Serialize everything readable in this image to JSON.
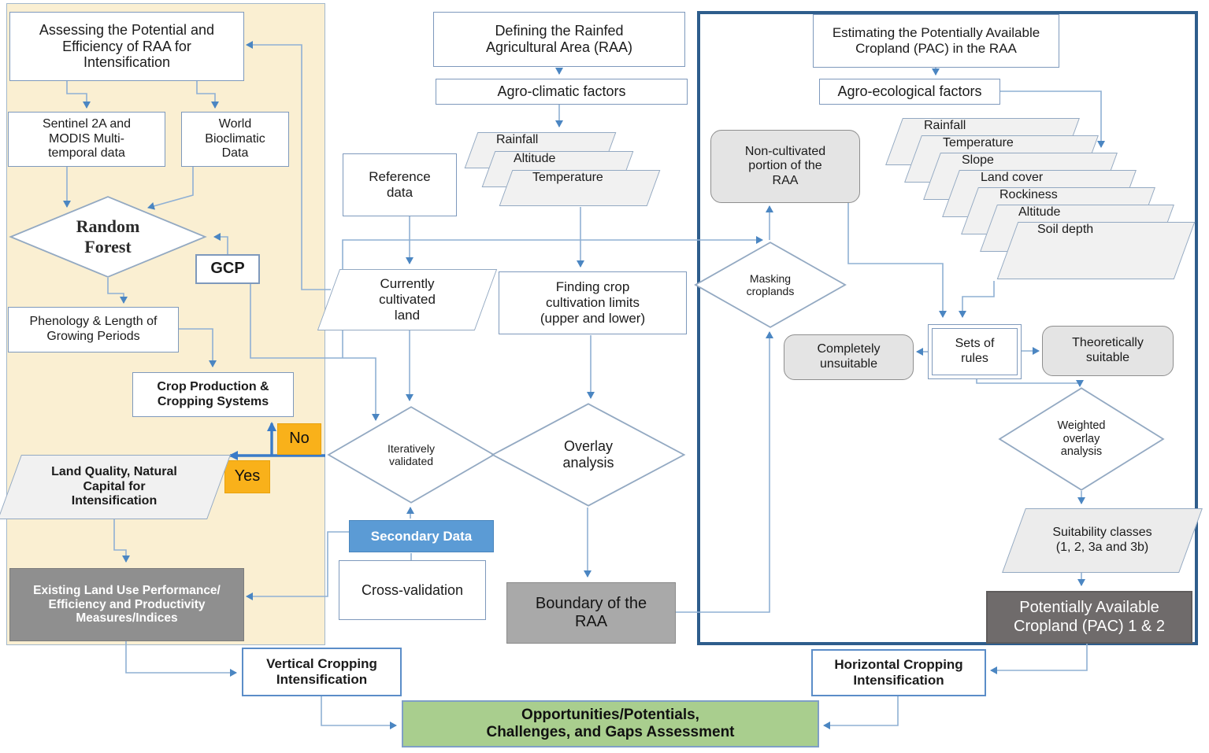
{
  "left_panel": {
    "assessing": "Assessing the Potential and Efficiency of RAA for Intensification",
    "sentinel": "Sentinel 2A and MODIS Multi-temporal data",
    "world_bioclim": "World Bioclimatic Data",
    "random_forest": "Random Forest",
    "gcp": "GCP",
    "phenology": "Phenology & Length of Growing Periods",
    "crop_production": "Crop  Production & Cropping Systems",
    "no_label": "No",
    "yes_label": "Yes",
    "land_quality": "Land Quality, Natural Capital for Intensification",
    "existing_land_use": "Existing Land Use Performance/ Efficiency  and Productivity Measures/Indices"
  },
  "middle": {
    "defining_raa": "Defining the Rainfed Agricultural Area (RAA)",
    "agro_climatic": "Agro-climatic factors",
    "climate_stack": [
      "Rainfall",
      "Altitude",
      "Temperature"
    ],
    "reference_data": "Reference data",
    "currently_cultivated": "Currently cultivated land",
    "finding_limits": "Finding crop cultivation limits (upper and lower)",
    "iteratively_validated": "Iteratively validated",
    "overlay_analysis": "Overlay analysis",
    "secondary_data": "Secondary Data",
    "cross_validation": "Cross-validation",
    "boundary_raa": "Boundary of the RAA"
  },
  "right_panel": {
    "estimating_pac": "Estimating the Potentially Available Cropland (PAC) in the RAA",
    "agro_ecological": "Agro-ecological factors",
    "factor_stack": [
      "Rainfall",
      "Temperature",
      "Slope",
      "Land cover",
      "Rockiness",
      "Altitude",
      "Soil depth"
    ],
    "non_cultivated": "Non-cultivated portion of the RAA",
    "masking_croplands": "Masking croplands",
    "completely_unsuitable": "Completely unsuitable",
    "sets_of_rules": "Sets of rules",
    "theoretically_suitable": "Theoretically suitable",
    "weighted_overlay": "Weighted overlay analysis",
    "suitability_classes": "Suitability classes (1, 2, 3a and 3b)",
    "pac_result": "Potentially Available Cropland (PAC) 1 & 2"
  },
  "bottom": {
    "vertical_cropping": "Vertical Cropping Intensification",
    "horizontal_cropping": "Horizontal Cropping Intensification",
    "opportunities": "Opportunities/Potentials, Challenges, and Gaps Assessment"
  },
  "colors": {
    "left_panel_bg": "#FAEFD2",
    "accent_orange": "#F9B11A",
    "accent_blue": "#5B9BD5",
    "gray_box": "#8F8F8F",
    "boundary_gray": "#A9A9A9",
    "pac_dark_gray": "#6F6B6B",
    "green_box": "#A9CE8E",
    "connector_blue": "#8FB0D4",
    "bold_arrow_blue": "#3A7BC8",
    "right_panel_border": "#2E5D8C"
  }
}
